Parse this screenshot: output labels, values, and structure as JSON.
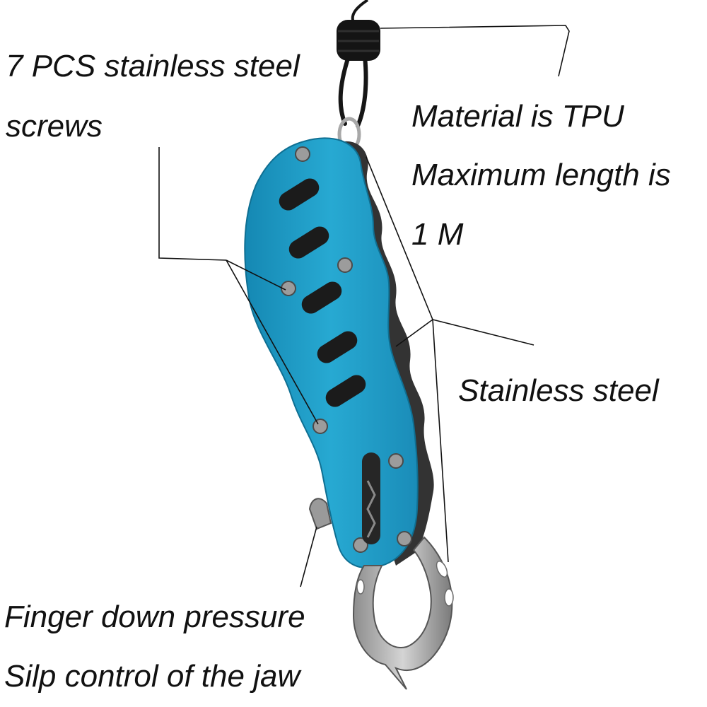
{
  "labels": {
    "screws_line1": "7 PCS stainless steel",
    "screws_line2": "screws",
    "material_line1": "Material is TPU",
    "material_line2": "Maximum length is",
    "material_line3": "1  M",
    "steel": "Stainless steel",
    "finger_line1": "Finger down pressure",
    "finger_line2": "Silp control of the jaw"
  },
  "colors": {
    "handle_blue": "#1e9bc4",
    "steel_dark": "#3a3a3a",
    "steel_light": "#b9b9b9",
    "lanyard": "#161616"
  }
}
